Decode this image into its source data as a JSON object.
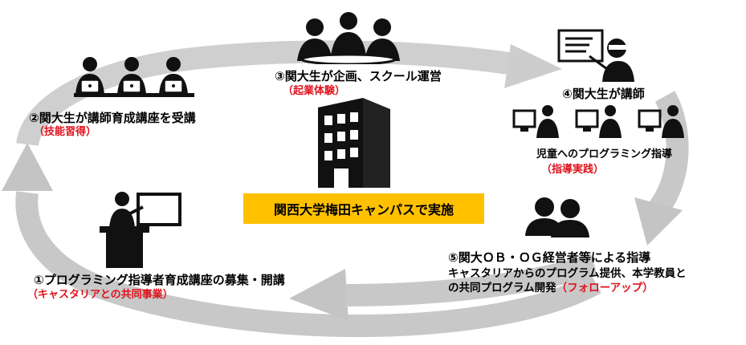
{
  "center_label": "関西大学梅田キャンパスで実施",
  "steps": [
    {
      "main": "①プログラミング指導者育成講座の募集・開講",
      "sub": "（キャスタリアとの共同事業）"
    },
    {
      "main": "②関大生が講師育成講座を受講",
      "sub": "（技能習得）"
    },
    {
      "main": "③関大生が企画、スクール運営",
      "sub": "（起業体験）"
    },
    {
      "main": "④関大生が講師",
      "caption": "児童へのプログラミング指導",
      "sub": "（指導実践）"
    },
    {
      "main": "⑤関大ＯＢ・ＯＧ経営者等による指導",
      "line2": "キャスタリアからのプログラム提供、本学教員と",
      "line3_prefix": "の共同プログラム開発",
      "sub": "（フォローアップ）"
    }
  ],
  "icons": [
    "lecture-podium-icon",
    "students-laptops-icon",
    "meeting-table-icon",
    "teacher-whiteboard-icon",
    "children-computers-icon",
    "mentors-icon",
    "building-icon"
  ],
  "colors": {
    "accent_red": "#e0111b",
    "highlight": "#ffc000",
    "arrow": "#c6c6c6"
  }
}
